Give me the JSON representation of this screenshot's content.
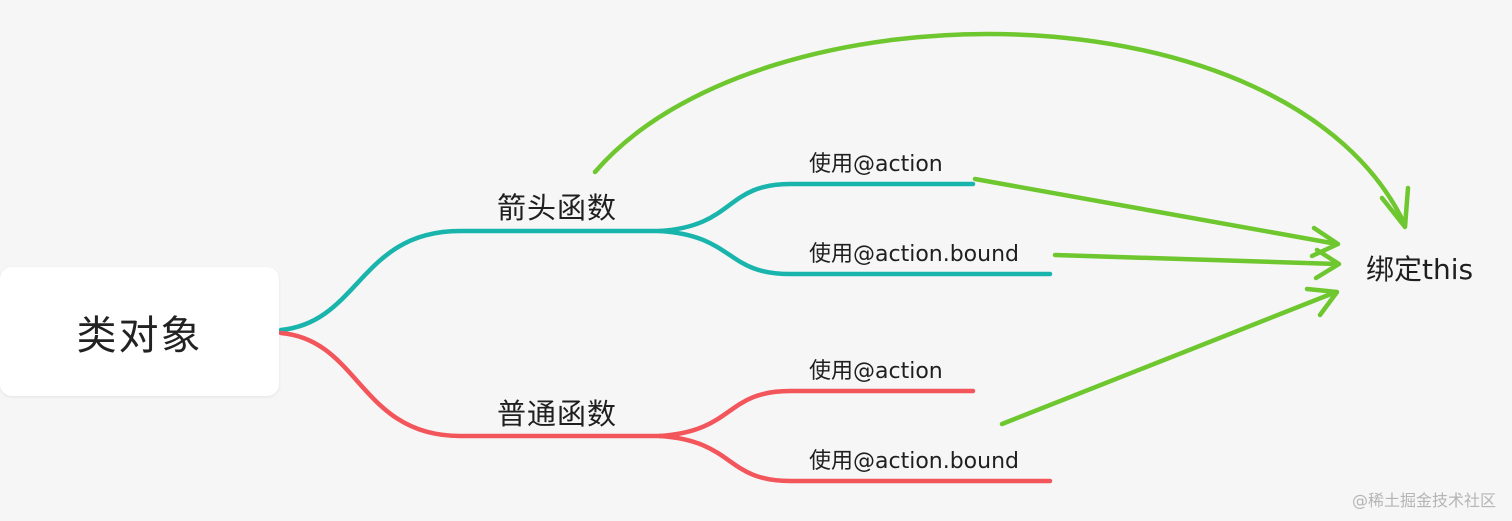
{
  "root": {
    "label": "类对象"
  },
  "branches": [
    {
      "label": "箭头函数",
      "color": "#19b5ac",
      "leaves": [
        {
          "label": "使用@action"
        },
        {
          "label": "使用@action.bound"
        }
      ]
    },
    {
      "label": "普通函数",
      "color": "#f2555a",
      "leaves": [
        {
          "label": "使用@action"
        },
        {
          "label": "使用@action.bound"
        }
      ]
    }
  ],
  "target": {
    "label": "绑定this"
  },
  "arrow_color": "#6ec72e",
  "watermark": "@稀土掘金技术社区"
}
